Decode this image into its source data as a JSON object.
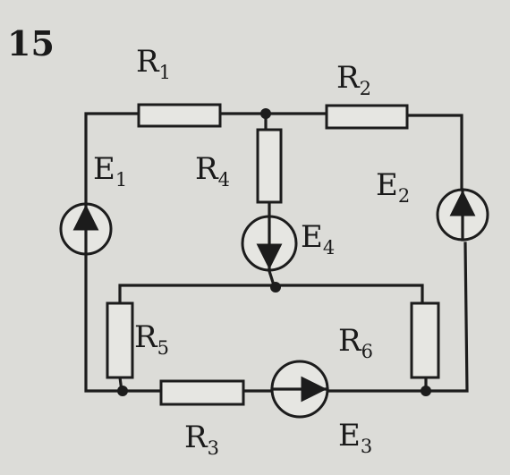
{
  "problem_number": "15",
  "labels": {
    "R1": {
      "letter": "R",
      "sub": "1"
    },
    "R2": {
      "letter": "R",
      "sub": "2"
    },
    "R3": {
      "letter": "R",
      "sub": "3"
    },
    "R4": {
      "letter": "R",
      "sub": "4"
    },
    "R5": {
      "letter": "R",
      "sub": "5"
    },
    "R6": {
      "letter": "R",
      "sub": "6"
    },
    "E1": {
      "letter": "E",
      "sub": "1"
    },
    "E2": {
      "letter": "E",
      "sub": "2"
    },
    "E3": {
      "letter": "E",
      "sub": "3"
    },
    "E4": {
      "letter": "E",
      "sub": "4"
    }
  }
}
